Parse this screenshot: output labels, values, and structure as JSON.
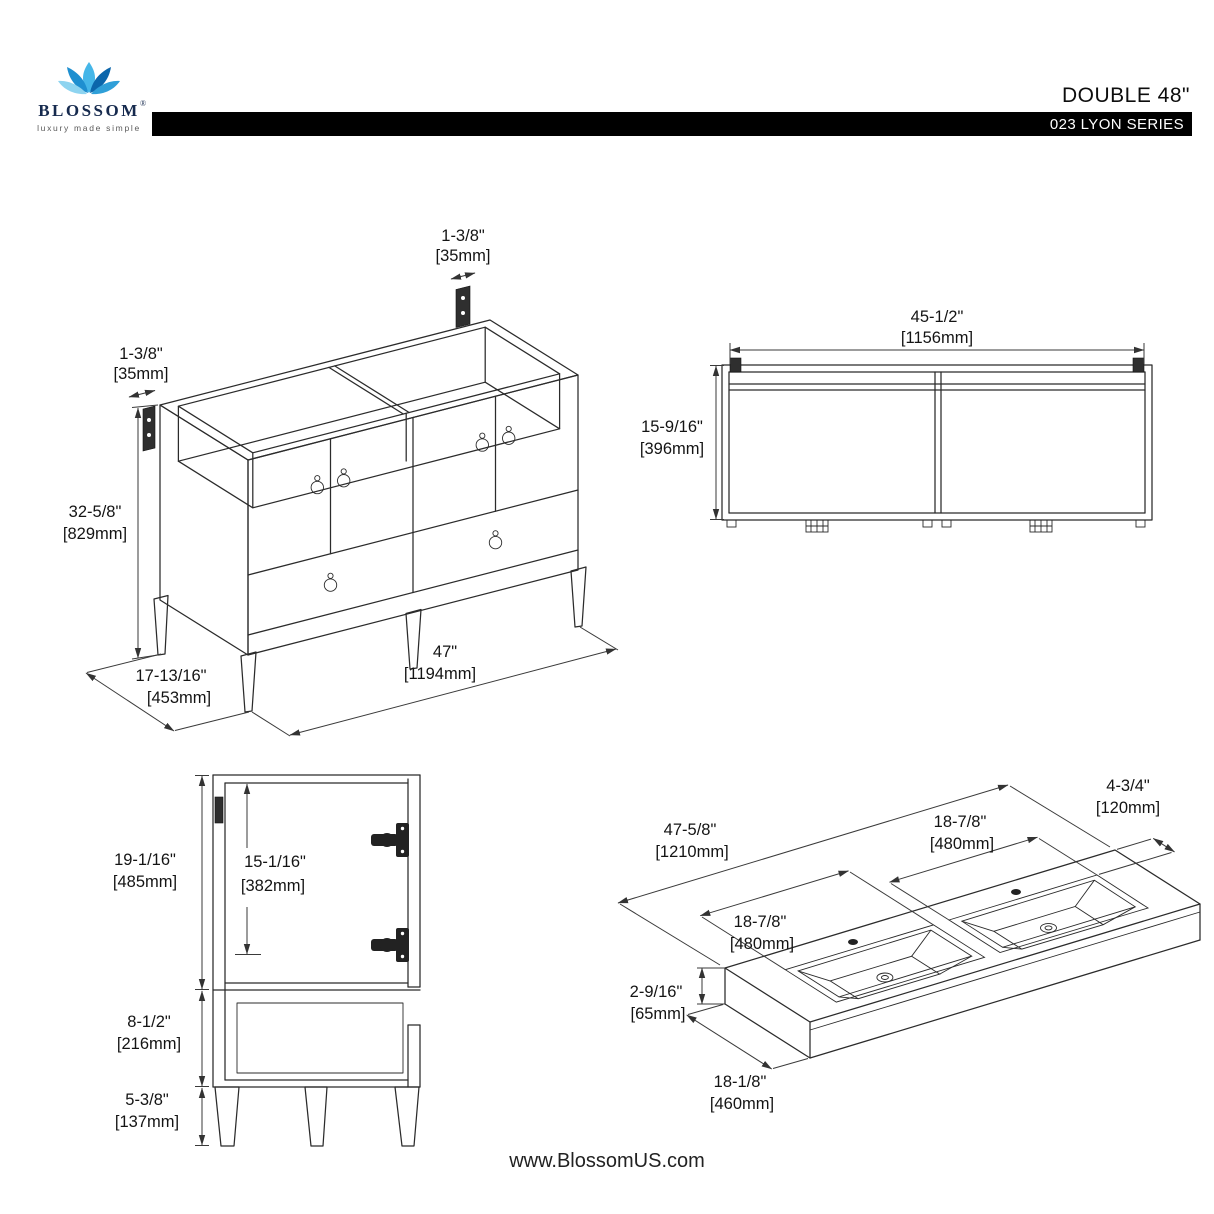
{
  "header": {
    "logo": {
      "icon": "lotus-flower-icon",
      "brand": "BLOSSOM",
      "reg": "®",
      "tagline": "luxury made simple"
    },
    "title": "DOUBLE 48\"",
    "series": "023 LYON SERIES"
  },
  "footer": {
    "website": "www.BlossomUS.com"
  },
  "views": {
    "cabinet_iso": {
      "bracket_top_in": "1-3/8\"",
      "bracket_top_mm": "[35mm]",
      "bracket_side_in": "1-3/8\"",
      "bracket_side_mm": "[35mm]",
      "height_in": "32-5/8\"",
      "height_mm": "[829mm]",
      "width_in": "47\"",
      "width_mm": "[1194mm]",
      "depth_in": "17-13/16\"",
      "depth_mm": "[453mm]"
    },
    "cabinet_top": {
      "width_in": "45-1/2\"",
      "width_mm": "[1156mm]",
      "depth_in": "15-9/16\"",
      "depth_mm": "[396mm]"
    },
    "cabinet_side": {
      "upper_in": "19-1/16\"",
      "upper_mm": "[485mm]",
      "door_in": "15-1/16\"",
      "door_mm": "[382mm]",
      "open_in": "8-1/2\"",
      "open_mm": "[216mm]",
      "leg_in": "5-3/8\"",
      "leg_mm": "[137mm]"
    },
    "countertop": {
      "length_in": "47-5/8\"",
      "length_mm": "[1210mm]",
      "sink_right_in": "18-7/8\"",
      "sink_right_mm": "[480mm]",
      "back_offset_in": "4-3/4\"",
      "back_offset_mm": "[120mm]",
      "sink_left_in": "18-7/8\"",
      "sink_left_mm": "[480mm]",
      "thickness_in": "2-9/16\"",
      "thickness_mm": "[65mm]",
      "depth_in": "18-1/8\"",
      "depth_mm": "[460mm]"
    }
  }
}
